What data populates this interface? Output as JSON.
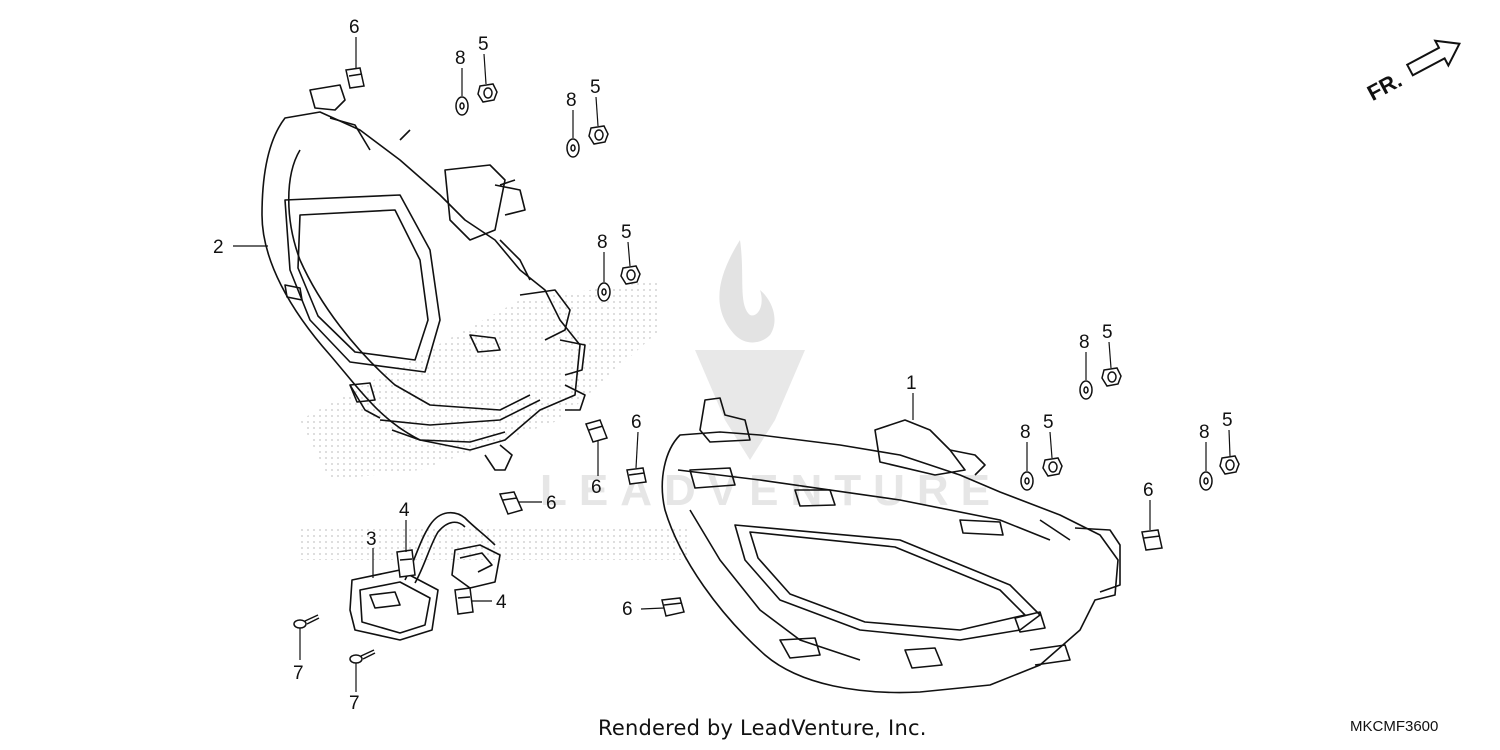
{
  "diagram": {
    "orientation_label": "FR.",
    "callouts": {
      "headlight_right": "1",
      "headlight_left": "2",
      "sub_harness": "3",
      "clip": "4",
      "grommet": "5",
      "nut": "6",
      "screw": "7",
      "washer": "8"
    },
    "watermark_text": "LEADVENTURE",
    "footer_credit": "Rendered by LeadVenture, Inc.",
    "drawing_code": "MKCMF3600"
  },
  "colors": {
    "line": "#111111",
    "watermark": "#d9d9d9",
    "background": "#ffffff"
  }
}
